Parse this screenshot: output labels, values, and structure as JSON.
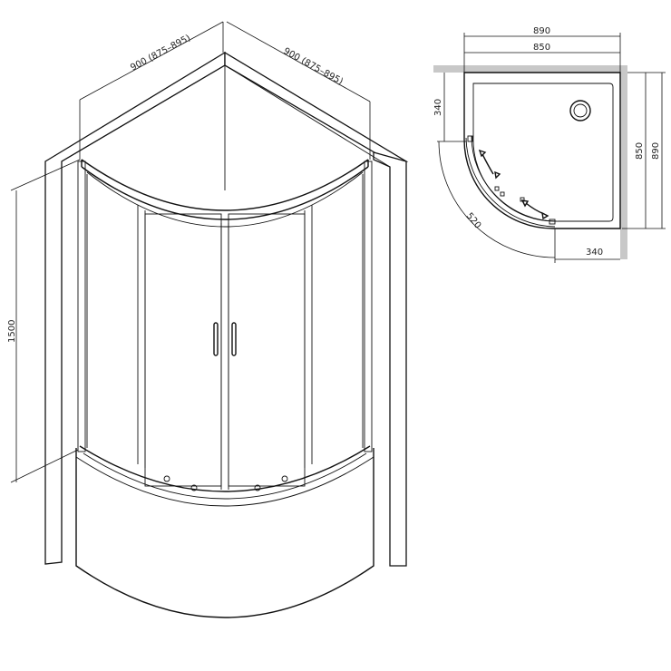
{
  "perspective": {
    "width_left": "900 (875–895)",
    "width_right": "900 (875–895)",
    "height": "1500"
  },
  "plan": {
    "outer_width": "890",
    "inner_width": "850",
    "outer_depth": "890",
    "inner_depth": "850",
    "entry_left": "340",
    "entry_bottom": "340",
    "radius": "520"
  }
}
